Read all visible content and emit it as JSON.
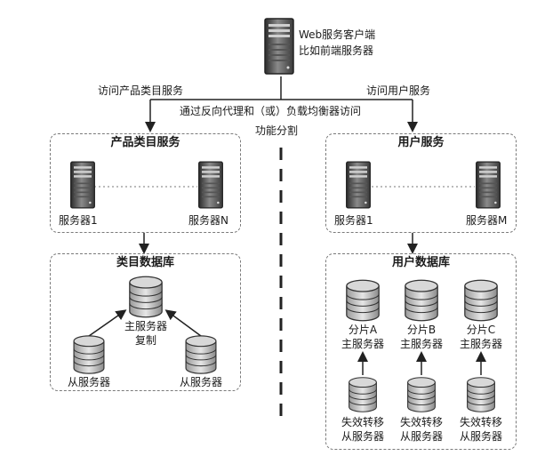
{
  "client": {
    "line1": "Web服务客户端",
    "line2": "比如前端服务器"
  },
  "edges": {
    "to_product": "访问产品类目服务",
    "to_user": "访问用户服务",
    "via_proxy": "通过反向代理和（或）负载均衡器访问",
    "split": "功能分割"
  },
  "product_service": {
    "title": "产品类目服务",
    "server_1": "服务器1",
    "server_n": "服务器N"
  },
  "category_db": {
    "title": "类目数据库",
    "master_line1": "主服务器",
    "master_line2": "复制",
    "slave_left": "从服务器",
    "slave_right": "从服务器"
  },
  "user_service": {
    "title": "用户服务",
    "server_1": "服务器1",
    "server_m": "服务器M"
  },
  "user_db": {
    "title": "用户数据库",
    "shards": [
      {
        "line1": "分片A",
        "line2": "主服务器"
      },
      {
        "line1": "分片B",
        "line2": "主服务器"
      },
      {
        "line1": "分片C",
        "line2": "主服务器"
      }
    ],
    "failover": [
      {
        "line1": "失效转移",
        "line2": "从服务器"
      },
      {
        "line1": "失效转移",
        "line2": "从服务器"
      },
      {
        "line1": "失效转移",
        "line2": "从服务器"
      }
    ]
  }
}
